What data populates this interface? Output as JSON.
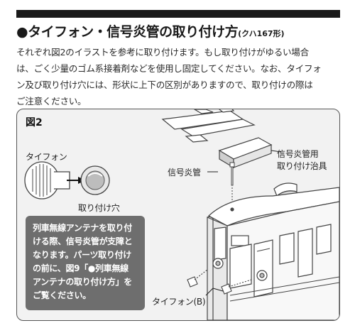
{
  "heading": {
    "bullet": "●",
    "title": "タイフォン・信号炎管の取り付け方",
    "subtitle": "(クハ167形)"
  },
  "body_lines": [
    "それぞれ図2のイラストを参考に取り付けます。もし取り付けがゆるい場合",
    "は、ごく少量のゴム系接着剤などを使用し固定してください。なお、タイフォ",
    "ン及び取り付け穴には、形状に上下の区別がありますので、取り付けの際は",
    "ご注意ください。"
  ],
  "figure": {
    "title": "図2",
    "labels": {
      "typhon": "タイフォン",
      "mounting_hole": "取り付け穴",
      "signal_flare_tube": "信号炎管",
      "jig_line1": "信号炎管用",
      "jig_line2": "取り付け治具",
      "typhon_b": "タイフォン(B)"
    },
    "note_lines": [
      "列車無線アンテナを取り付",
      "ける際、信号炎管が支障と",
      "なります。パーツ取り付け",
      "の前に、図9「●列車無線",
      "アンテナの取り付け方」を",
      "ご覧ください。"
    ]
  }
}
